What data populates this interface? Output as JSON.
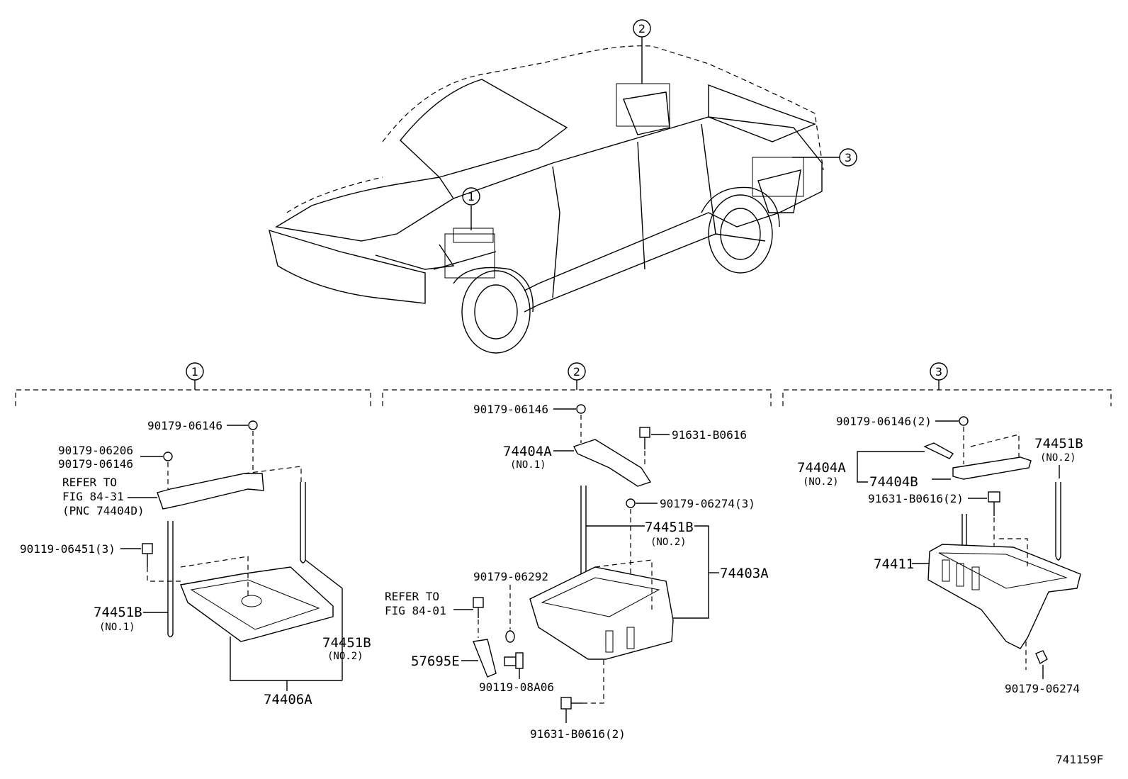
{
  "diagram_id": "741159F",
  "callouts": [
    "1",
    "2",
    "3"
  ],
  "section1": {
    "callout": "1",
    "labels": {
      "nut_top": "90179-06146",
      "nut_a": "90179-06206",
      "nut_b": "90179-06146",
      "refer_1": "REFER TO",
      "refer_2": "FIG 84-31",
      "refer_3": "(PNC 74404D)",
      "bolt": "90119-06451(3)",
      "rod_left": "74451B",
      "rod_left_note": "(NO.1)",
      "rod_right": "74451B",
      "rod_right_note": "(NO.2)",
      "tray": "74406A"
    }
  },
  "section2": {
    "callout": "2",
    "labels": {
      "nut_top": "90179-06146",
      "clamp": "74404A",
      "clamp_note": "(NO.1)",
      "bolt_top": "91631-B0616",
      "nut_3": "90179-06274(3)",
      "rod": "74451B",
      "rod_note": "(NO.2)",
      "tray": "74403A",
      "nut_mid": "90179-06292",
      "refer_1": "REFER TO",
      "refer_2": "FIG 84-01",
      "bracket": "57695E",
      "bolt_small": "90119-08A06",
      "bolt_bottom": "91631-B0616(2)"
    }
  },
  "section3": {
    "callout": "3",
    "labels": {
      "nut_top": "90179-06146(2)",
      "rod": "74451B",
      "rod_note": "(NO.2)",
      "clamp_a": "74404A",
      "clamp_a_note": "(NO.2)",
      "clamp_b": "74404B",
      "bolt": "91631-B0616(2)",
      "tray": "74411",
      "nut_bottom": "90179-06274"
    }
  }
}
